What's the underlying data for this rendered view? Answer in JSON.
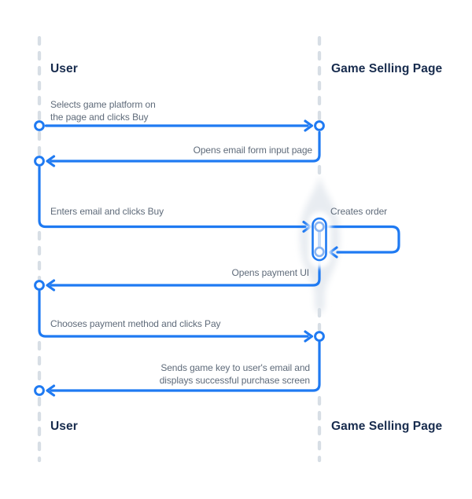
{
  "diagram": {
    "type": "sequence",
    "actors": {
      "user": {
        "label": "User"
      },
      "page": {
        "label": "Game Selling Page"
      }
    },
    "messages": [
      {
        "id": 1,
        "from": "User",
        "to": "Game Selling Page",
        "direction": "right",
        "label": "Selects game platform on the page and clicks Buy",
        "lines": [
          "Selects game platform on",
          "the page and clicks Buy"
        ]
      },
      {
        "id": 2,
        "from": "Game Selling Page",
        "to": "User",
        "direction": "left",
        "label": "Opens email form input page"
      },
      {
        "id": 3,
        "from": "User",
        "to": "Game Selling Page",
        "direction": "right",
        "label": "Enters email and clicks Buy"
      },
      {
        "id": 4,
        "from": "Game Selling Page",
        "to": "Game Selling Page",
        "direction": "self",
        "label": "Creates order"
      },
      {
        "id": 5,
        "from": "Game Selling Page",
        "to": "User",
        "direction": "left",
        "label": "Opens payment UI"
      },
      {
        "id": 6,
        "from": "User",
        "to": "Game Selling Page",
        "direction": "right",
        "label": "Chooses payment method and clicks Pay"
      },
      {
        "id": 7,
        "from": "Game Selling Page",
        "to": "User",
        "direction": "left",
        "label": "Sends game key to user's email and displays successful purchase screen",
        "lines": [
          "Sends game key to user's email and",
          "displays successful purchase screen"
        ]
      }
    ],
    "colors": {
      "arrow_blue": "#1f7af2",
      "lifeline_gray": "#d7dee5",
      "actor_text": "#172b4d",
      "message_text": "#5f6b7a",
      "activation_glow": "#e8ecf1",
      "activation_port_stroke": "#8ab5f2",
      "activation_connector": "#c7dcf9"
    }
  }
}
